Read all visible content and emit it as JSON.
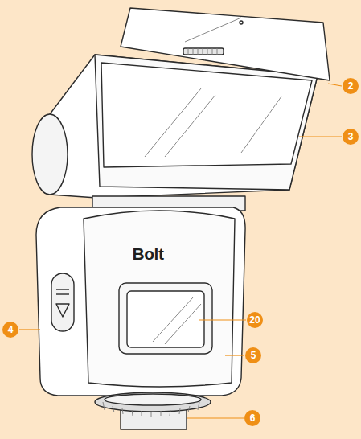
{
  "diagram": {
    "labels": [
      "2",
      "3",
      "Bolt",
      "20",
      "4",
      "5",
      "6"
    ]
  }
}
